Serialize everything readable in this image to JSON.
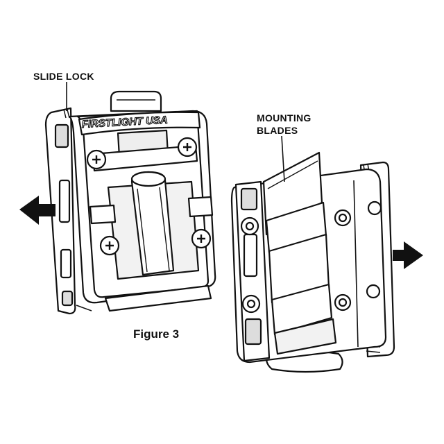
{
  "labels": {
    "slide_lock": "SLIDE LOCK",
    "mounting_blades_line1": "MOUNTING",
    "mounting_blades_line2": "BLADES",
    "brand": "FIRSTLIGHT USA"
  },
  "caption": "Figure 3",
  "icons": {
    "left_arrow": "arrow-left-icon",
    "right_arrow": "arrow-right-icon",
    "screw": "phillips-screw-icon"
  },
  "colors": {
    "line": "#111111",
    "fill": "#ffffff",
    "shade": "#e6e6e6"
  }
}
